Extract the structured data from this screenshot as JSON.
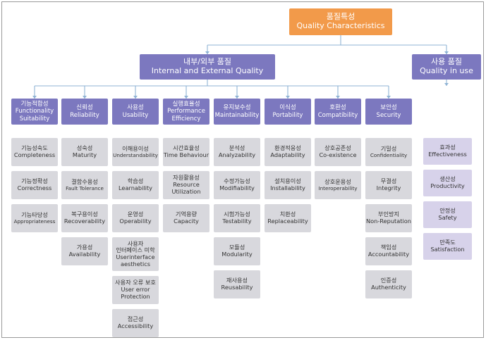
{
  "root": {
    "ko": "품질특성",
    "en": "Quality Characteristics"
  },
  "internal_external": {
    "ko": "내부/외부 품질",
    "en": "Internal and External Quality"
  },
  "in_use": {
    "ko": "사용 품질",
    "en": "Quality in use"
  },
  "categories": [
    {
      "ko": "기능적합성",
      "en": [
        "Functionality",
        "Suitability"
      ],
      "subs": [
        {
          "lines": [
            "기능성숙도",
            "Completeness"
          ]
        },
        {
          "lines": [
            "기능정확성",
            "Correctness"
          ]
        },
        {
          "lines": [
            "기능타당성",
            "Appropriateness"
          ]
        }
      ]
    },
    {
      "ko": "신뢰성",
      "en": [
        "Reliability"
      ],
      "subs": [
        {
          "lines": [
            "성숙성",
            "Maturity"
          ]
        },
        {
          "lines": [
            "결함수용성",
            "Fault Tolerance"
          ]
        },
        {
          "lines": [
            "복구용이성",
            "Recoverability"
          ]
        },
        {
          "lines": [
            "가용성",
            "Availability"
          ]
        }
      ]
    },
    {
      "ko": "사용성",
      "en": [
        "Usability"
      ],
      "subs": [
        {
          "lines": [
            "이해용이성",
            "Understandability"
          ]
        },
        {
          "lines": [
            "학습성",
            "Learnability"
          ]
        },
        {
          "lines": [
            "운영성",
            "Operability"
          ]
        },
        {
          "lines": [
            "사용자",
            "인터페이스 미학",
            "Userinterface",
            "aesthetics"
          ]
        },
        {
          "lines": [
            "사용자 오류 보호",
            "User error",
            "Protection"
          ]
        },
        {
          "lines": [
            "접근성",
            "Accessibility"
          ]
        }
      ]
    },
    {
      "ko": "실행효율성",
      "en": [
        "Performance",
        "Efficiency"
      ],
      "subs": [
        {
          "lines": [
            "시간효율성",
            "Time Behaviour"
          ]
        },
        {
          "lines": [
            "자원활용성",
            "Resource",
            "Utilization"
          ]
        },
        {
          "lines": [
            "기억용량",
            "Capacity"
          ]
        }
      ]
    },
    {
      "ko": "유지보수성",
      "en": [
        "Maintainability"
      ],
      "subs": [
        {
          "lines": [
            "분석성",
            "Analyzability"
          ]
        },
        {
          "lines": [
            "수정가능성",
            "Modifiability"
          ]
        },
        {
          "lines": [
            "시험가능성",
            "Testability"
          ]
        },
        {
          "lines": [
            "모듈성",
            "Modularity"
          ]
        },
        {
          "lines": [
            "재사용성",
            "Reusability"
          ]
        }
      ]
    },
    {
      "ko": "이식성",
      "en": [
        "Portability"
      ],
      "subs": [
        {
          "lines": [
            "환경적응성",
            "Adaptability"
          ]
        },
        {
          "lines": [
            "설치용이성",
            "Installability"
          ]
        },
        {
          "lines": [
            "치환성",
            "Replaceability"
          ]
        }
      ]
    },
    {
      "ko": "호환성",
      "en": [
        "Compatibility"
      ],
      "subs": [
        {
          "lines": [
            "상호공존성",
            "Co-existence"
          ]
        },
        {
          "lines": [
            "상호운용성",
            "Interoperability"
          ]
        }
      ]
    },
    {
      "ko": "보안성",
      "en": [
        "Security"
      ],
      "subs": [
        {
          "lines": [
            "기밀성",
            "Confidentiality"
          ]
        },
        {
          "lines": [
            "무결성",
            "Integrity"
          ]
        },
        {
          "lines": [
            "부인방지",
            "Non-Reputation"
          ]
        },
        {
          "lines": [
            "책임성",
            "Accountability"
          ]
        },
        {
          "lines": [
            "인증성",
            "Authenticity"
          ]
        }
      ]
    }
  ],
  "in_use_items": [
    {
      "lines": [
        "효과성",
        "Effectiveness"
      ]
    },
    {
      "lines": [
        "생산성",
        "Productivity"
      ]
    },
    {
      "lines": [
        "안정성",
        "Safety"
      ]
    },
    {
      "lines": [
        "만족도",
        "Satisfaction"
      ]
    }
  ],
  "colors": {
    "root": "#f29a4a",
    "category": "#7c78bf",
    "sub": "#d8d8dd",
    "in_use_sub": "#d7d2ea",
    "connector": "#8fb3d4"
  }
}
